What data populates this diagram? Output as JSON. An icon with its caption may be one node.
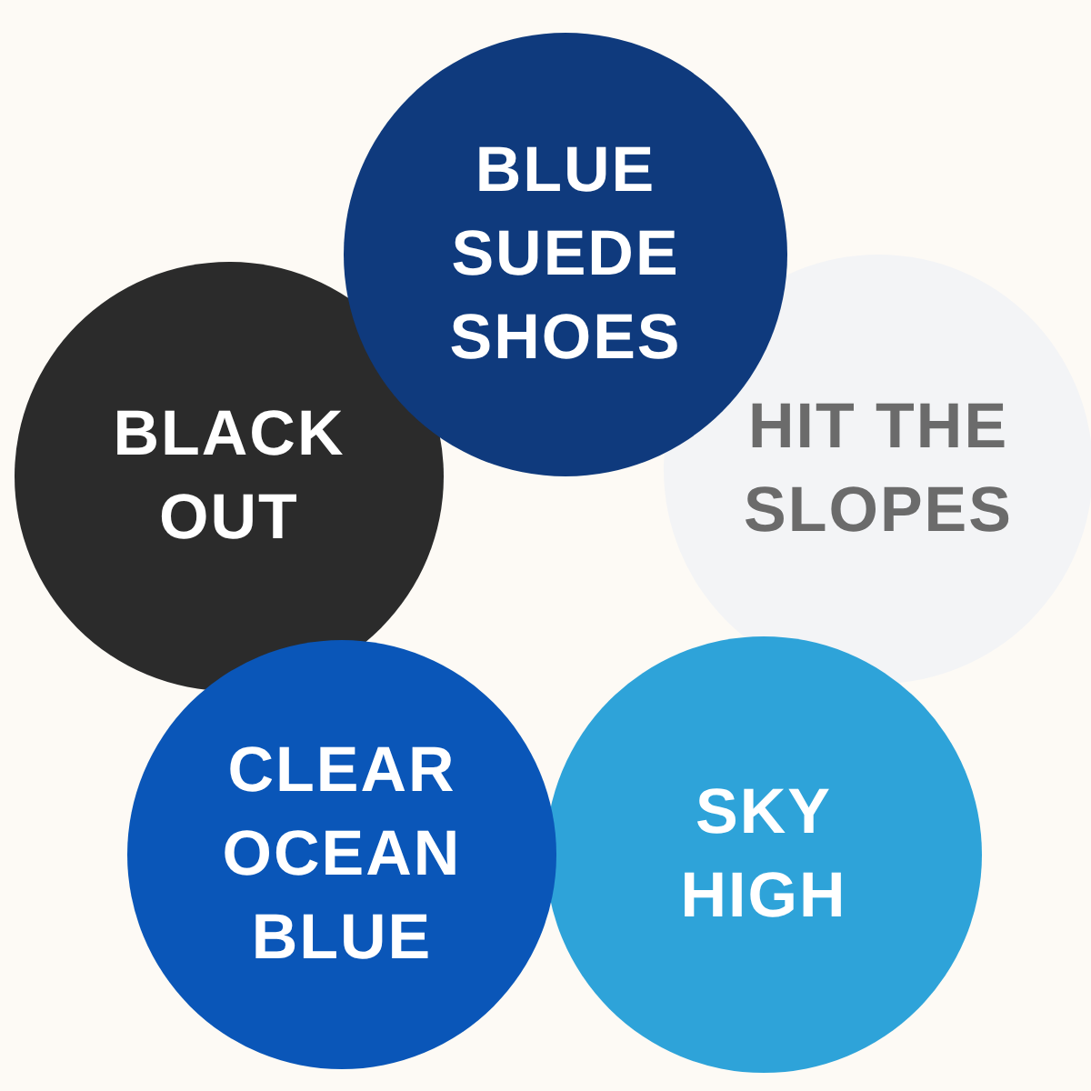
{
  "diagram": {
    "nodes": [
      {
        "text": [
          "BLUE SUEDE SHOES"
        ]
      },
      {
        "text": [
          "BLACK OUT"
        ]
      },
      {
        "text": [
          "HIT THE SLOPES"
        ]
      },
      {
        "text": [
          "CLEAR OCEAN BLUE"
        ]
      },
      {
        "text": [
          "SKY HIGH"
        ]
      }
    ]
  }
}
